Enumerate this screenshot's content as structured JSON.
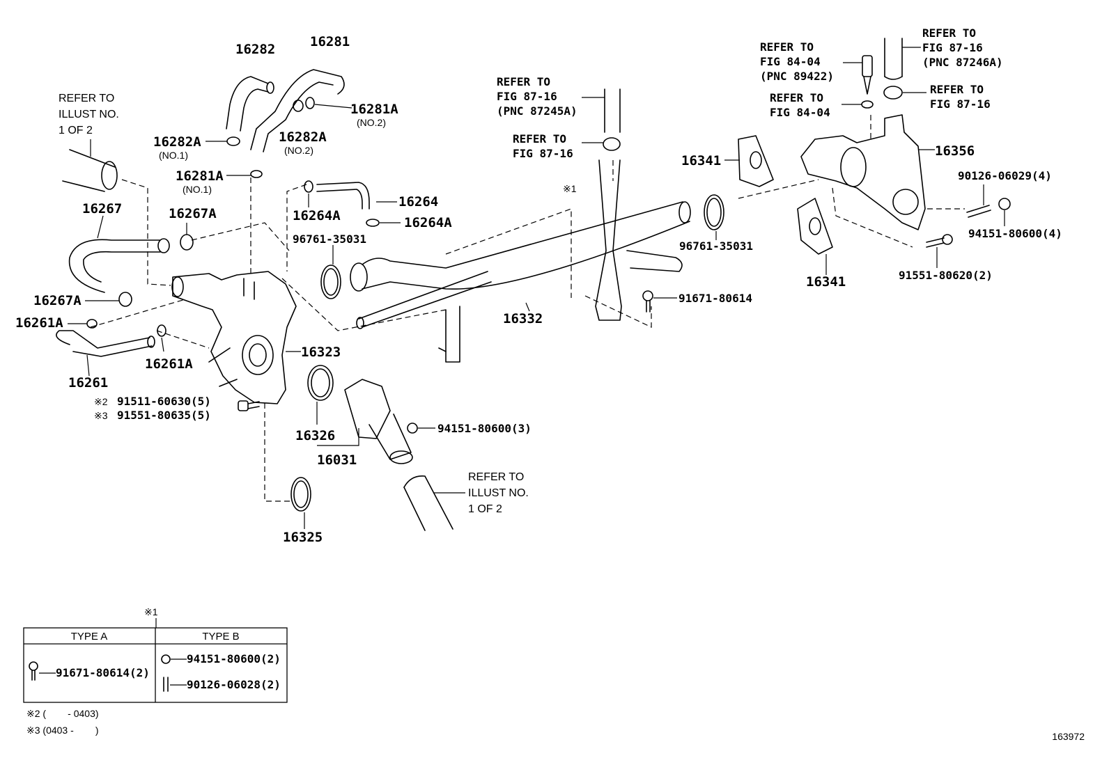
{
  "labels": {
    "p16282": "16282",
    "p16281": "16281",
    "p16281A_no2": "16281A",
    "no2_a": "(NO.2)",
    "p16282A_no1": "16282A",
    "no1_a": "(NO.1)",
    "p16282A_no2": "16282A",
    "no2_b": "(NO.2)",
    "p16281A_no1": "16281A",
    "no1_b": "(NO.1)",
    "p16267": "16267",
    "p16267A_top": "16267A",
    "p16267A_left": "16267A",
    "p16264": "16264",
    "p16264A_a": "16264A",
    "p16264A_b": "16264A",
    "p96761_left": "96761-35031",
    "p96761_right": "96761-35031",
    "p16261A_left": "16261A",
    "p16261A_bottom": "16261A",
    "p16261": "16261",
    "p16323": "16323",
    "p91511": "91511-60630(5)",
    "p91551_80635": "91551-80635(5)",
    "mark2": "※2",
    "mark3": "※3",
    "p16326": "16326",
    "p16031": "16031",
    "p94151_3": "94151-80600(3)",
    "p16325": "16325",
    "p16332": "16332",
    "p91671": "91671-80614",
    "mark1": "※1",
    "p16341_top": "16341",
    "p16341_bottom": "16341",
    "p16356": "16356",
    "p90126_4": "90126-06029(4)",
    "p94151_4": "94151-80600(4)",
    "p91551_2": "91551-80620(2)"
  },
  "refs": {
    "illust_top": [
      "REFER TO",
      "ILLUST NO.",
      "1 OF 2"
    ],
    "illust_bottom": [
      "REFER TO",
      "ILLUST NO.",
      "1 OF 2"
    ],
    "fig87_16_pnc87245A": [
      "REFER TO",
      "FIG 87-16",
      "(PNC 87245A)"
    ],
    "fig87_16_a": [
      "REFER TO",
      "FIG 87-16"
    ],
    "fig84_04_pnc89422": [
      "REFER TO",
      "FIG 84-04",
      "(PNC 89422)"
    ],
    "fig84_04": [
      "REFER TO",
      "FIG 84-04"
    ],
    "fig87_16_pnc87246A": [
      "REFER TO",
      "FIG 87-16",
      "(PNC 87246A)"
    ],
    "fig87_16_b": [
      "REFER TO",
      "FIG 87-16"
    ]
  },
  "table": {
    "mark": "※1",
    "col_a": "TYPE A",
    "col_b": "TYPE B",
    "a_part": "91671-80614(2)",
    "b_part1": "94151-80600(2)",
    "b_part2": "90126-06028(2)"
  },
  "footnotes": {
    "note2": "※2 (        - 0403)",
    "note3": "※3 (0403 -        )"
  },
  "illustration_id": "163972"
}
